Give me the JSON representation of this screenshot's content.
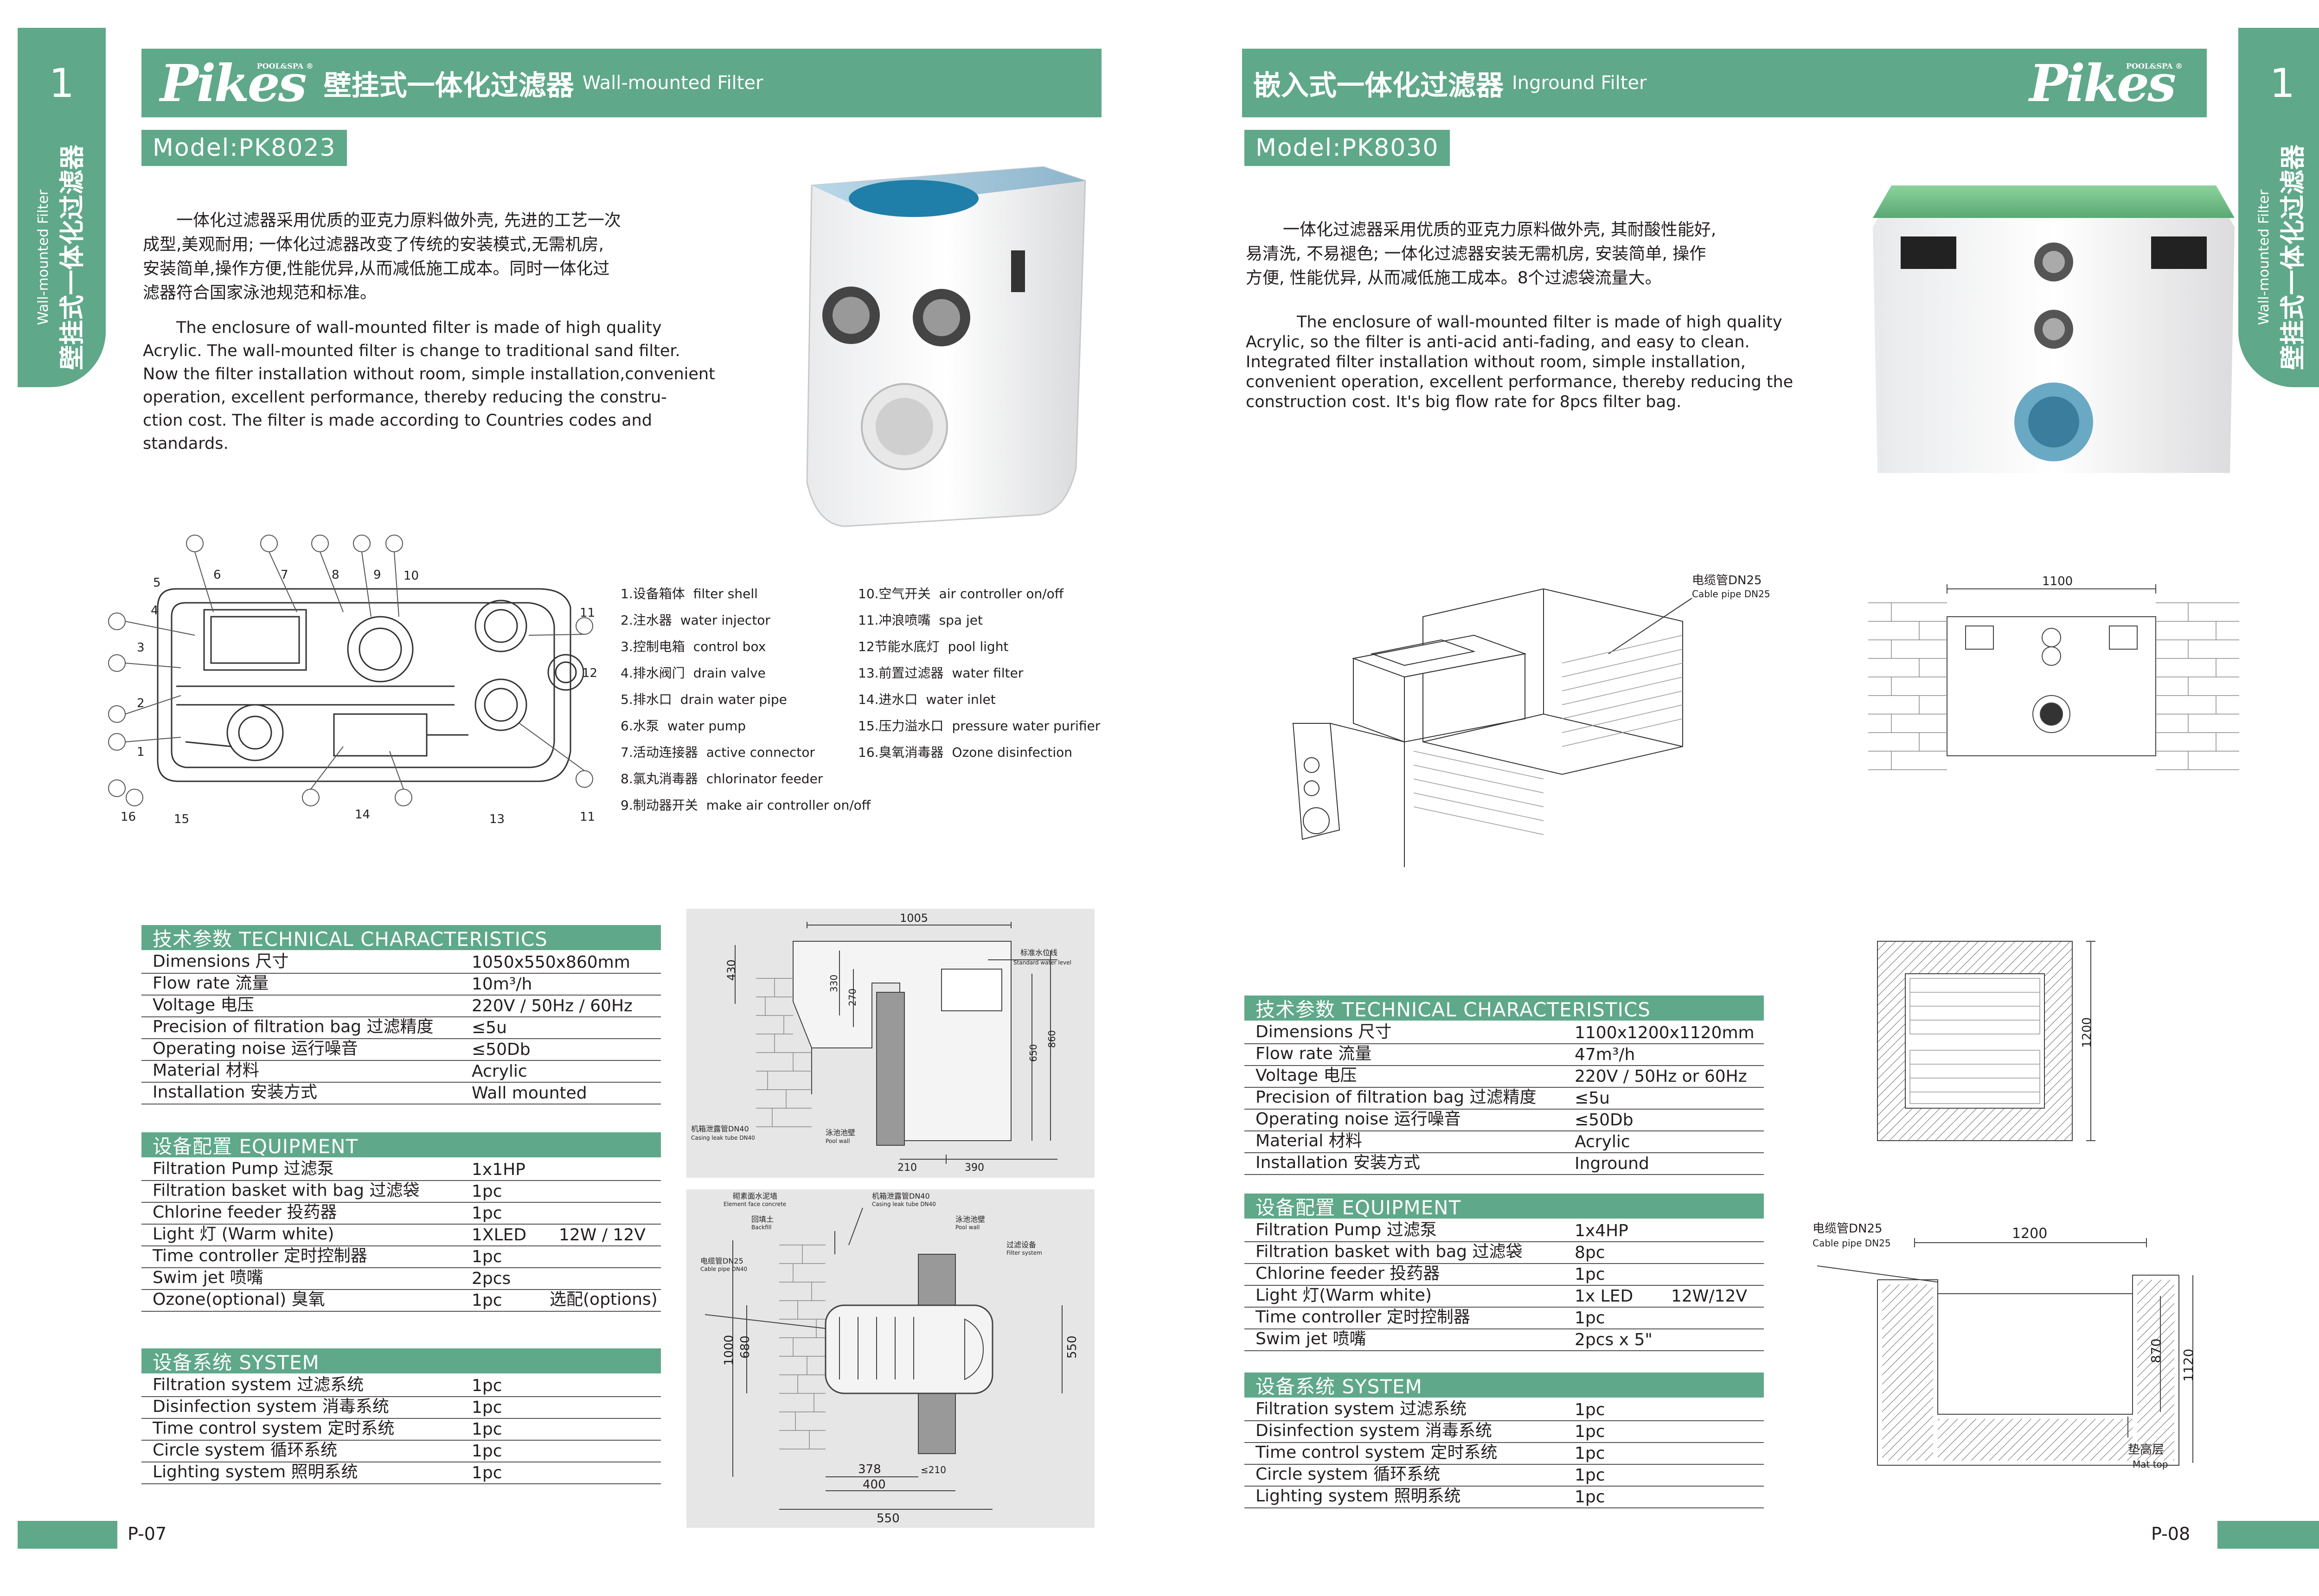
{
  "colors": {
    "accent": "#5fa88a",
    "text": "#231f20",
    "line": "#555555"
  },
  "left": {
    "tab_number": "1",
    "tab_en": "Wall-mounted Filter",
    "tab_zh": "壁挂式一体化过滤器",
    "logo": "Pikes",
    "logo_sub": "POOL&SPA ®",
    "title_zh": "壁挂式一体化过滤器",
    "title_en": "Wall-mounted Filter",
    "model": "Model:PK8023",
    "desc_zh": [
      "一体化过滤器采用优质的亚克力原料做外壳, 先进的工艺一次",
      "成型,美观耐用; 一体化过滤器改变了传统的安装模式,无需机房,",
      "安装简单,操作方便,性能优异,从而减低施工成本。同时一体化过",
      "滤器符合国家泳池规范和标准。"
    ],
    "desc_en": [
      "The enclosure of wall-mounted filter is made of high quality",
      "Acrylic. The wall-mounted filter is change to traditional sand filter.",
      "Now the filter installation without room, simple installation,convenient",
      "operation, excellent performance, thereby reducing the constru-",
      "ction cost. The filter is made according to Countries codes and",
      "standards."
    ],
    "parts_col1": [
      {
        "zh": "1.设备箱体",
        "en": "filter shell"
      },
      {
        "zh": "2.注水器",
        "en": "water injector"
      },
      {
        "zh": "3.控制电箱",
        "en": "control box"
      },
      {
        "zh": "4.排水阀门",
        "en": "drain valve"
      },
      {
        "zh": "5.排水口",
        "en": "drain water pipe"
      },
      {
        "zh": "6.水泵",
        "en": "water pump"
      },
      {
        "zh": "7.活动连接器",
        "en": "active connector"
      },
      {
        "zh": "8.氯丸消毒器",
        "en": "chlorinator feeder"
      },
      {
        "zh": "9.制动器开关",
        "en": "make air controller on/off"
      }
    ],
    "parts_col2": [
      {
        "zh": "10.空气开关",
        "en": "air controller on/off"
      },
      {
        "zh": "11.冲浪喷嘴",
        "en": "spa jet"
      },
      {
        "zh": "12节能水底灯",
        "en": "pool light"
      },
      {
        "zh": "13.前置过滤器",
        "en": "water filter"
      },
      {
        "zh": "14.进水口",
        "en": "water inlet"
      },
      {
        "zh": "15.压力溢水口",
        "en": "pressure water purifier"
      },
      {
        "zh": "16.臭氧消毒器",
        "en": "Ozone disinfection"
      }
    ],
    "callouts": [
      "1",
      "2",
      "3",
      "4",
      "5",
      "6",
      "7",
      "8",
      "9",
      "10",
      "11",
      "11",
      "12",
      "13",
      "14",
      "15",
      "16"
    ],
    "tech_title": "技术参数   TECHNICAL CHARACTERISTICS",
    "tech": [
      {
        "k": "Dimensions 尺寸",
        "v": "1050x550x860mm"
      },
      {
        "k": "Flow rate 流量",
        "v": "10m³/h"
      },
      {
        "k": "Voltage 电压",
        "v": "220V / 50Hz / 60Hz"
      },
      {
        "k": "Precision of filtration bag 过滤精度",
        "v": "≤5u"
      },
      {
        "k": "Operating noise 运行噪音",
        "v": "≤50Db"
      },
      {
        "k": "Material 材料",
        "v": "Acrylic"
      },
      {
        "k": "Installation 安装方式",
        "v": "Wall mounted"
      }
    ],
    "equip_title": "设备配置   EQUIPMENT",
    "equip": [
      {
        "k": "Filtration Pump 过滤泵",
        "v": "1x1HP",
        "x": ""
      },
      {
        "k": "Filtration basket with bag 过滤袋",
        "v": "1pc",
        "x": ""
      },
      {
        "k": "Chlorine feeder 投药器",
        "v": "1pc",
        "x": ""
      },
      {
        "k": "Light 灯 (Warm white)",
        "v": "1XLED",
        "x": "12W / 12V"
      },
      {
        "k": "Time controller 定时控制器",
        "v": "1pc",
        "x": ""
      },
      {
        "k": "Swim jet 喷嘴",
        "v": "2pcs",
        "x": ""
      },
      {
        "k": "Ozone(optional) 臭氧",
        "v": "1pc",
        "x": "选配(options)"
      }
    ],
    "system_title": "设备系统   SYSTEM",
    "system": [
      {
        "k": "Filtration system 过滤系统",
        "v": "1pc"
      },
      {
        "k": "Disinfection system 消毒系统",
        "v": "1pc"
      },
      {
        "k": "Time control system 定时系统",
        "v": "1pc"
      },
      {
        "k": "Circle system 循环系统",
        "v": "1pc"
      },
      {
        "k": "Lighting system 照明系统",
        "v": "1pc"
      }
    ],
    "drawing1": {
      "w": "1005",
      "h1": "430",
      "h2": "330",
      "h3": "270",
      "h4": "650",
      "h5": "860",
      "water_zh": "标准水位线",
      "water_en": "Standard water level",
      "pipe_zh": "机箱泄露管DN40",
      "pipe_en": "Casing leak tube DN40",
      "wall_zh": "泳池池壁",
      "wall_en": "Pool wall",
      "d1": "210",
      "d2": "390"
    },
    "drawing2": {
      "concrete_zh": "砌素面水泥墙",
      "concrete_en": "Element face concrete",
      "leak_zh": "机箱泄露管DN40",
      "leak_en": "Casing leak tube DN40",
      "back_zh": "回填土",
      "back_en": "Backfill",
      "pool_zh": "泳池池壁",
      "pool_en": "Pool wall",
      "cable_zh": "电缆管DN25",
      "cable_en": "Cable pipe DN40",
      "filter_zh": "过滤设备",
      "filter_en": "Filter system",
      "h1": "1000",
      "h2": "680",
      "h3": "550",
      "w1": "378",
      "w2": "≤210",
      "w3": "400",
      "w4": "550"
    },
    "page": "P-07"
  },
  "right": {
    "tab_number": "1",
    "tab_en": "Wall-mounted Filter",
    "tab_zh": "壁挂式一体化过滤器",
    "logo": "Pikes",
    "logo_sub": "POOL&SPA ®",
    "title_zh": "嵌入式一体化过滤器",
    "title_en": "Inground Filter",
    "model": "Model:PK8030",
    "desc_zh": [
      "一体化过滤器采用优质的亚克力原料做外壳, 其耐酸性能好,",
      "易清洗, 不易褪色; 一体化过滤器安装无需机房, 安装简单, 操作",
      "方便, 性能优异, 从而减低施工成本。8个过滤袋流量大。"
    ],
    "desc_en": [
      "The enclosure of wall-mounted filter is made of high quality",
      "Acrylic, so the filter is anti-acid anti-fading, and easy to clean.",
      "Integrated filter installation without room, simple installation,",
      "convenient operation, excellent performance, thereby reducing the",
      "construction cost. It's big flow rate for 8pcs filter bag."
    ],
    "tech_title": "技术参数   TECHNICAL CHARACTERISTICS",
    "tech": [
      {
        "k": "Dimensions 尺寸",
        "v": "1100x1200x1120mm"
      },
      {
        "k": "Flow rate 流量",
        "v": "47m³/h"
      },
      {
        "k": "Voltage 电压",
        "v": "220V / 50Hz  or 60Hz"
      },
      {
        "k": "Precision of filtration bag 过滤精度",
        "v": "≤5u"
      },
      {
        "k": "Operating noise 运行噪音",
        "v": "≤50Db"
      },
      {
        "k": "Material 材料",
        "v": "Acrylic"
      },
      {
        "k": "Installation 安装方式",
        "v": "Inground"
      }
    ],
    "equip_title": "设备配置   EQUIPMENT",
    "equip": [
      {
        "k": "Filtration Pump 过滤泵",
        "v": "1x4HP",
        "x": ""
      },
      {
        "k": "Filtration basket with bag 过滤袋",
        "v": "8pc",
        "x": ""
      },
      {
        "k": "Chlorine feeder 投药器",
        "v": "1pc",
        "x": ""
      },
      {
        "k": "Light 灯(Warm white)",
        "v": "1x LED",
        "x": "12W/12V"
      },
      {
        "k": "Time controller 定时控制器",
        "v": "1pc",
        "x": ""
      },
      {
        "k": "Swim jet 喷嘴",
        "v": "2pcs x 5\"",
        "x": ""
      }
    ],
    "system_title": "设备系统   SYSTEM",
    "system": [
      {
        "k": "Filtration system 过滤系统",
        "v": "1pc"
      },
      {
        "k": "Disinfection system 消毒系统",
        "v": "1pc"
      },
      {
        "k": "Time control system 定时系统",
        "v": "1pc"
      },
      {
        "k": "Circle system 循环系统",
        "v": "1pc"
      },
      {
        "k": "Lighting system 照明系统",
        "v": "1pc"
      }
    ],
    "iso_cable_zh": "电缆管DN25",
    "iso_cable_en": "Cable pipe DN25",
    "front_w": "1100",
    "plan_h": "1200",
    "sec_cable_zh": "电缆管DN25",
    "sec_cable_en": "Cable pipe DN25",
    "sec_w": "1200",
    "sec_h1": "870",
    "sec_h2": "1120",
    "mat_zh": "垫高层",
    "mat_en": "Mat top",
    "page": "P-08"
  }
}
